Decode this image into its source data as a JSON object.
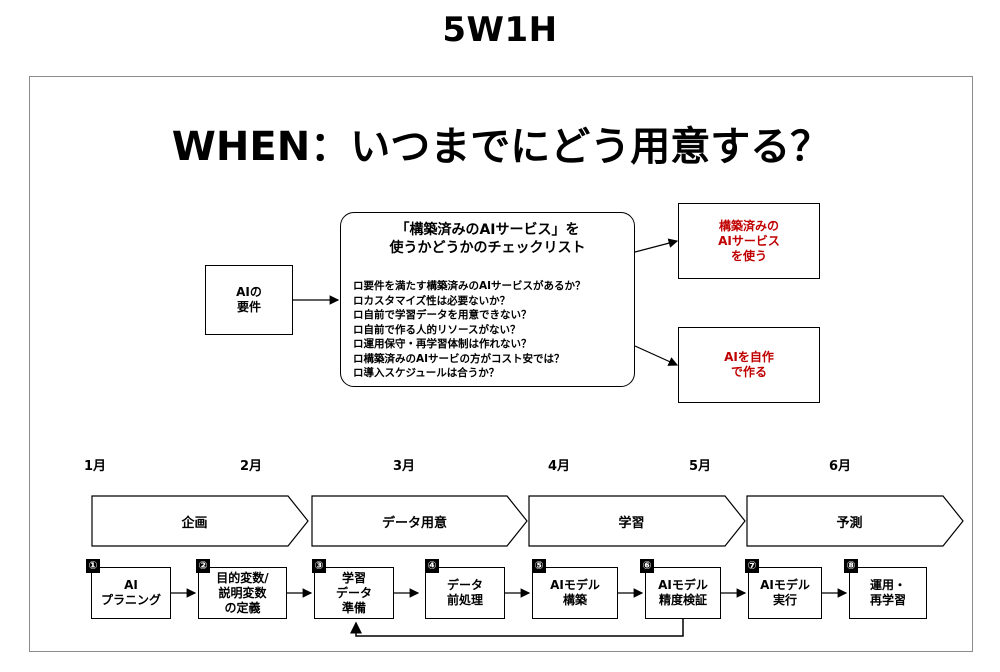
{
  "page_title": "5W1H",
  "slide": {
    "heading": "WHEN：いつまでにどう用意する？",
    "requirements": "AIの\n要件",
    "checklist": {
      "title": "「構築済みのAIサービス」を\n使うかどうかのチェックリスト",
      "items": [
        "ロ要件を満たす構築済みのAIサービスがあるか？",
        "ロカスタマイズ性は必要ないか？",
        "ロ自前で学習データを用意できない？",
        "ロ自前で作る人的リソースがない？",
        "ロ運用保守・再学習体制は作れない？",
        "ロ構築済みのAIサービの方がコスト安では？",
        "ロ導入スケジュールは合うか？"
      ]
    },
    "outcome_use_service": "構築済みの\nAIサービス\nを使う",
    "outcome_build": "AIを自作\nで作る",
    "accent_color": "#c00000"
  },
  "timeline": {
    "months": [
      "1月",
      "2月",
      "3月",
      "4月",
      "5月",
      "6月"
    ],
    "phases": [
      "企画",
      "データ用意",
      "学習",
      "予測"
    ],
    "steps": [
      {
        "number": "①",
        "label": "AI\nプラニング"
      },
      {
        "number": "②",
        "label": "目的変数/\n説明変数\nの定義"
      },
      {
        "number": "③",
        "label": "学習\nデータ\n準備"
      },
      {
        "number": "④",
        "label": "データ\n前処理"
      },
      {
        "number": "⑤",
        "label": "AIモデル\n構築"
      },
      {
        "number": "⑥",
        "label": "AIモデル\n精度検証"
      },
      {
        "number": "⑦",
        "label": "AIモデル\n実行"
      },
      {
        "number": "⑧",
        "label": "運用・\n再学習"
      }
    ]
  }
}
